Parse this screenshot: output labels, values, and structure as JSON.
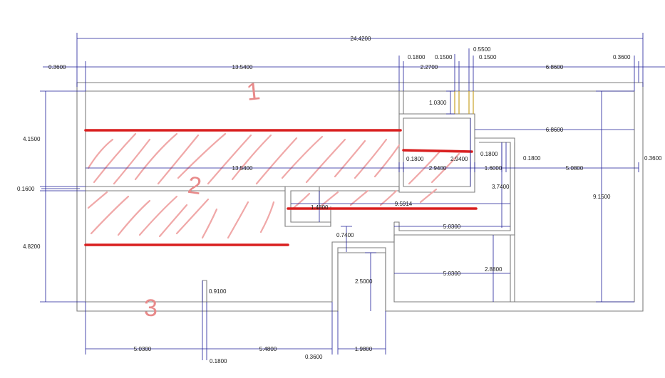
{
  "colors": {
    "wall": "#7d7d7d",
    "dimension": "#1f1f99",
    "red_line": "#d91f1f",
    "hatch": "#f0a8a8",
    "note": "#e88a8a",
    "door": "#c9a227"
  },
  "annotations": {
    "zone_1": "1",
    "zone_2": "2",
    "zone_3": "3"
  },
  "dimensions": {
    "overall_width": "24.4200",
    "top_left_offset": "0.3600",
    "top_span_left": "13.5400",
    "top_wall_a": "0.1800",
    "top_wall_b": "0.1500",
    "top_door_width": "0.5500",
    "top_wall_c": "0.1500",
    "top_mid_span": "2.2700",
    "top_span_right": "6.8600",
    "top_right_offset": "0.3600",
    "door_depth": "1.0300",
    "upper_room_height": "4.1500",
    "wall_thickness_left": "0.1600",
    "lower_room_height": "4.8200",
    "mid_span_left": "13.5400",
    "mid_wall": "0.1800",
    "mid_room_width": "2.9400",
    "mid_room_height": "2.9400",
    "right_wall_a": "0.1800",
    "right_span_a": "1.6000",
    "right_wall_b": "0.1800",
    "right_span_b": "5.0800",
    "right_edge_offset": "0.3600",
    "right_upper_span": "6.8600",
    "overall_height": "9.1500",
    "mid_height": "3.7400",
    "long_span": "9.5914",
    "notch_height": "1.4800",
    "room_width_a": "5.0300",
    "step_height": "0.7400",
    "room_width_b": "5.0300",
    "room_height_b": "2.8800",
    "corridor_length": "2.5000",
    "post_height": "0.9100",
    "bottom_span_a": "5.0300",
    "bottom_span_b": "5.4800",
    "bottom_post_width": "0.1800",
    "bottom_gap": "0.3600",
    "bottom_corridor_width": "1.9800"
  }
}
